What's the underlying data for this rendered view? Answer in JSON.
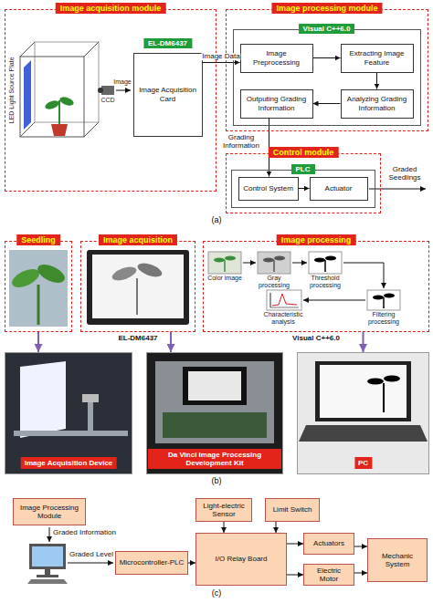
{
  "diagram": {
    "nodes": [
      {
        "text": [
          "Image acquisition module"
        ]
      },
      {
        "text": [
          "EL-DM6437",
          "Image Acquisition Card"
        ],
        "in": 0
      },
      {
        "text": [
          "Image processing module"
        ]
      },
      {
        "text": [
          "Visual C++6.0"
        ],
        "in": 2
      },
      {
        "text": [
          "Image Preprocessing"
        ],
        "in": 3
      },
      {
        "text": [
          "Extracting Image Feature"
        ],
        "in": 3
      },
      {
        "text": [
          "Outputing Grading Information"
        ],
        "in": 3
      },
      {
        "text": [
          "Analyzing Grading Information"
        ],
        "in": 3
      },
      {
        "text": [
          "Control module"
        ]
      },
      {
        "text": [
          "PLC"
        ],
        "in": 8
      },
      {
        "text": [
          "Control System"
        ],
        "in": 9
      },
      {
        "text": [
          "Actuator"
        ],
        "in": 9
      },
      {
        "text": [
          "Seedling"
        ]
      },
      {
        "text": [
          "Image acquisition"
        ]
      },
      {
        "text": [
          "Image processing"
        ]
      },
      {
        "text": [
          "Image Acquisition Device"
        ]
      },
      {
        "text": [
          "Da Vinci Image Processing Development Kit"
        ]
      },
      {
        "text": [
          "PC"
        ]
      },
      {
        "text": [
          "Image Processing Module"
        ]
      },
      {
        "text": [
          "Microcontroller-PLC"
        ]
      },
      {
        "text": [
          "Light-electric Sensor"
        ]
      },
      {
        "text": [
          "Limit Switch"
        ]
      },
      {
        "text": [
          "I/O Relay Board"
        ]
      },
      {
        "text": [
          "Actuators"
        ]
      },
      {
        "text": [
          "Electric Motor"
        ]
      },
      {
        "text": [
          "Mechanic System"
        ]
      }
    ],
    "edges": [
      {
        "from": 1,
        "to": 4,
        "arrow": "to",
        "label": "Image Data"
      },
      {
        "from": 4,
        "to": 5,
        "arrow": "to"
      },
      {
        "from": 5,
        "to": 7,
        "arrow": "to"
      },
      {
        "from": 7,
        "to": 6,
        "arrow": "to"
      },
      {
        "from": 6,
        "to": 10,
        "arrow": "to",
        "label": "Grading Information"
      },
      {
        "from": 10,
        "to": 11,
        "arrow": "to"
      },
      {
        "from": 12,
        "to": 15,
        "arrow": "to"
      },
      {
        "from": 13,
        "to": 16,
        "arrow": "to"
      },
      {
        "from": 14,
        "to": 17,
        "arrow": "to"
      },
      {
        "from": 19,
        "to": 22,
        "arrow": "to"
      },
      {
        "from": 20,
        "to": 22,
        "arrow": "to"
      },
      {
        "from": 21,
        "to": 22,
        "arrow": "to"
      },
      {
        "from": 22,
        "to": 23,
        "arrow": "to"
      },
      {
        "from": 22,
        "to": 24,
        "arrow": "to"
      },
      {
        "from": 23,
        "to": 25,
        "arrow": "to"
      },
      {
        "from": 24,
        "to": 25,
        "arrow": "to"
      }
    ],
    "labels": [
      "LED Light Source Plate",
      "CCD",
      "Image",
      "Graded Seedlings",
      "(a)",
      "Color image",
      "Gray processing",
      "Threshold processing",
      "Filtering processing",
      "Characteristic analysis",
      "EL-DM6437",
      "Visual C++6.0",
      "(b)",
      "Graded Information",
      "Graded Level",
      "(c)"
    ]
  }
}
